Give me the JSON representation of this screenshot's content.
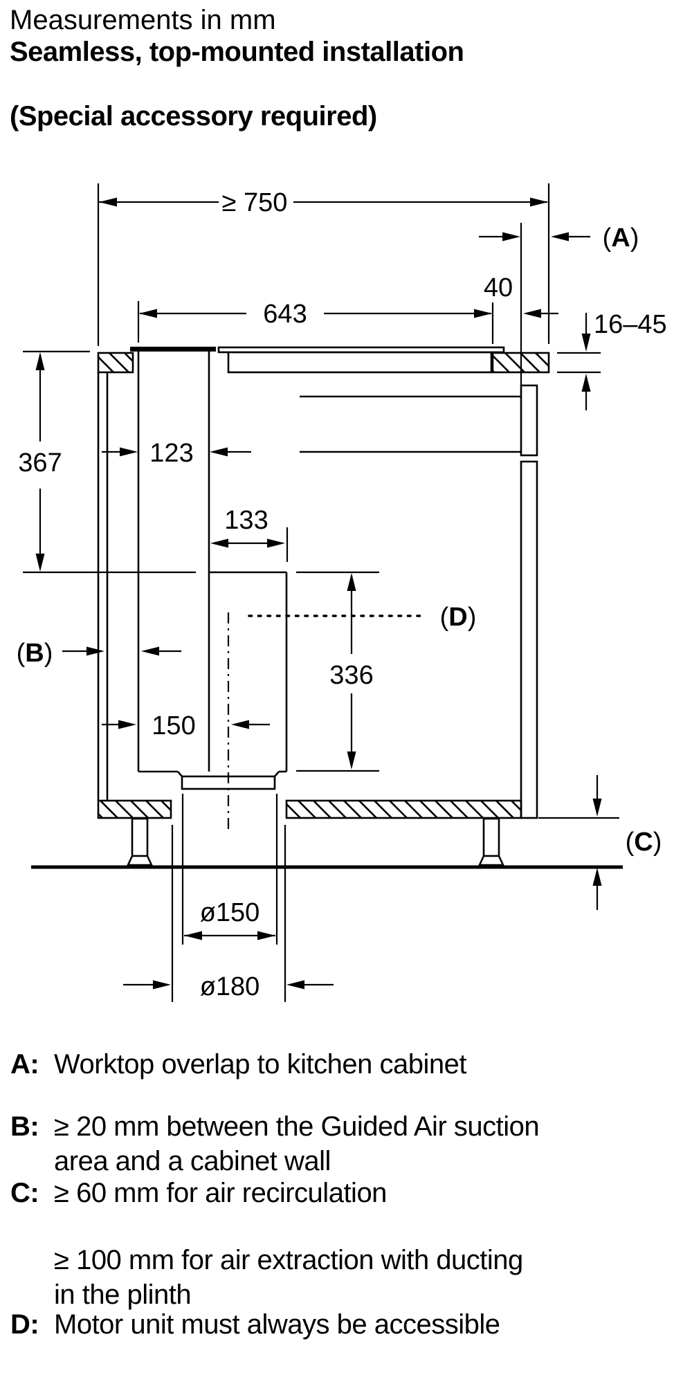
{
  "header": {
    "line1": "Measurements in mm",
    "line2": "Seamless, top-mounted installation",
    "line3": "(Special accessory required)"
  },
  "diagram": {
    "dimensions": {
      "cabinet_min_width": "≥ 750",
      "top_plate_width": "643",
      "plate_to_cabinet_edge": "40",
      "worktop_thickness": "16–45",
      "unit_height": "367",
      "duct_tower_width": "123",
      "motor_unit_width": "133",
      "duct_center_offset": "150",
      "motor_unit_height": "336",
      "duct_diameter_inner": "ø150",
      "duct_diameter_outer": "ø180"
    },
    "callouts": {
      "paren_open": "(",
      "paren_close": ")",
      "a": "A",
      "b": "B",
      "c": "C",
      "d": "D"
    }
  },
  "legend": {
    "items": [
      {
        "prefix": "A:",
        "line1": "Worktop overlap to kitchen cabinet",
        "line2": ""
      },
      {
        "prefix": "B:",
        "line1": "≥ 20 mm between the Guided Air suction",
        "line2": "area and a cabinet wall"
      },
      {
        "prefix": "C:",
        "line1": "≥ 60 mm for air recirculation",
        "line2": ""
      },
      {
        "prefix": "",
        "line1": "≥ 100 mm for air extraction with ducting",
        "line2": "in the plinth"
      },
      {
        "prefix": "D:",
        "line1": "Motor unit must always be accessible",
        "line2": ""
      }
    ]
  }
}
